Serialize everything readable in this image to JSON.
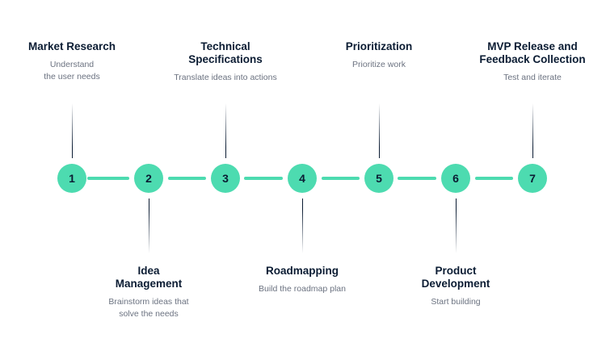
{
  "steps": [
    {
      "number": "1",
      "title": "Market Research",
      "description": "Understand\nthe user needs"
    },
    {
      "number": "2",
      "title": "Idea\nManagement",
      "description": "Brainstorm ideas that\nsolve the needs"
    },
    {
      "number": "3",
      "title": "Technical\nSpecifications",
      "description": "Translate ideas into actions"
    },
    {
      "number": "4",
      "title": "Roadmapping",
      "description": "Build the roadmap plan"
    },
    {
      "number": "5",
      "title": "Prioritization",
      "description": "Prioritize work"
    },
    {
      "number": "6",
      "title": "Product\nDevelopment",
      "description": "Start building"
    },
    {
      "number": "7",
      "title": "MVP Release and\nFeedback Collection",
      "description": "Test and iterate"
    }
  ],
  "colors": {
    "node": "#4ddbb0",
    "text_dark": "#0b1c33",
    "text_muted": "#6b7280"
  }
}
